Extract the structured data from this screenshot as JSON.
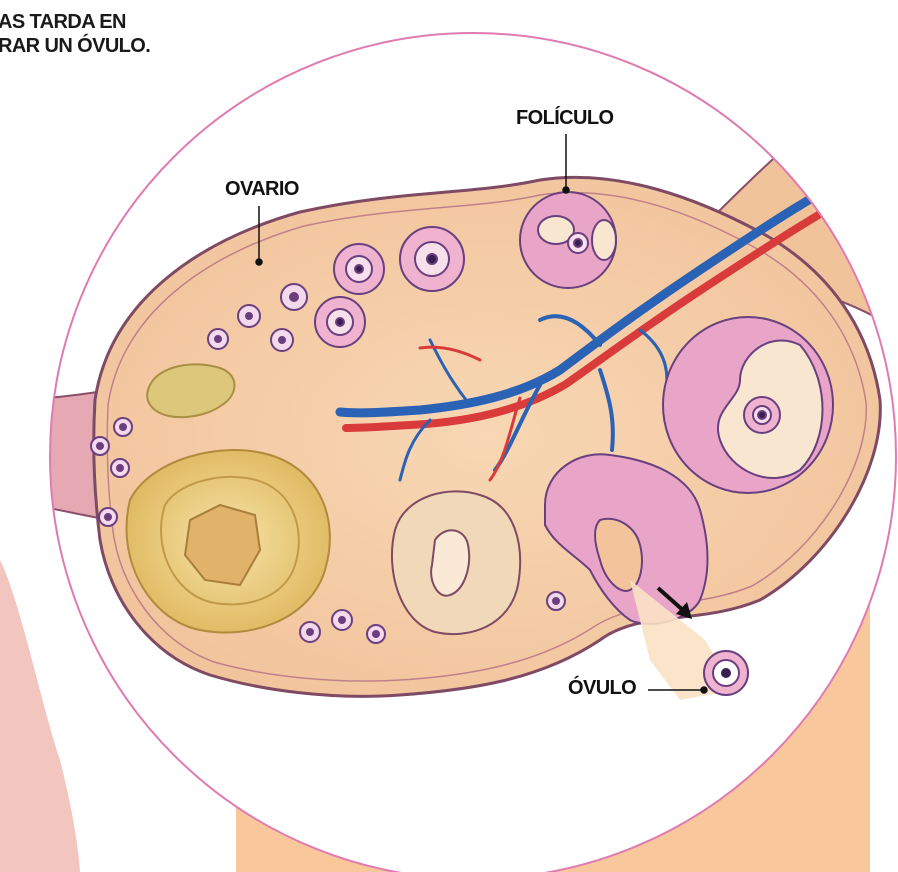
{
  "headline": {
    "line1": "AS TARDA EN",
    "line2": "RAR UN ÓVULO."
  },
  "labels": {
    "ovario": "OVARIO",
    "foliculo": "FOLÍCULO",
    "ovulo": "ÓVULO"
  },
  "colors": {
    "circle_outline": "#e07bb1",
    "ovary_fill": "#f6cfa8",
    "ovary_edge": "#e9a5b0",
    "vein_blue": "#2a62b5",
    "artery_red": "#d93b3b",
    "follicle_pink": "#efb3d0",
    "follicle_purple": "#6a3f7f",
    "corpus_luteum": "#e8c870",
    "panel_peach": "#f9c79c",
    "skin": "#f3c5bf"
  },
  "icons": [
    "arrow-down-right-icon"
  ]
}
